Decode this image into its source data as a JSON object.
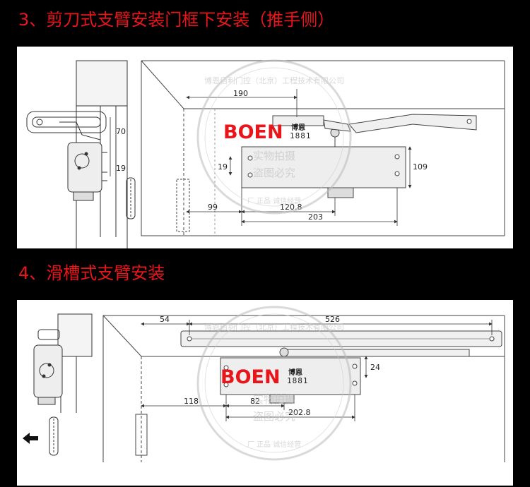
{
  "headings": {
    "scissor": "3、剪刀式支臂安装门框下安装（推手侧）",
    "slide": "4、滑槽式支臂安装"
  },
  "brand": {
    "logo": "BOEN",
    "chinese": "博恩",
    "number": "1881"
  },
  "watermark": {
    "ring_text": "博恩佰利门控（北京）工程技术有限公司",
    "center_line1": "实物拍摄",
    "center_line2": "盗图必究",
    "bottom_text": "厂 正品 诚信经营"
  },
  "diagram1": {
    "dims": {
      "d190": "190",
      "d70": "70",
      "d19": "19",
      "d19b": "19",
      "d109": "109",
      "d99": "99",
      "d120": "120.8",
      "d203": "203"
    }
  },
  "diagram2": {
    "dims": {
      "d54": "54",
      "d526": "526",
      "d24": "24",
      "d118": "118",
      "d82": "82",
      "d202": "202.8"
    }
  },
  "icons": {
    "arrow": "left-arrow-icon"
  }
}
